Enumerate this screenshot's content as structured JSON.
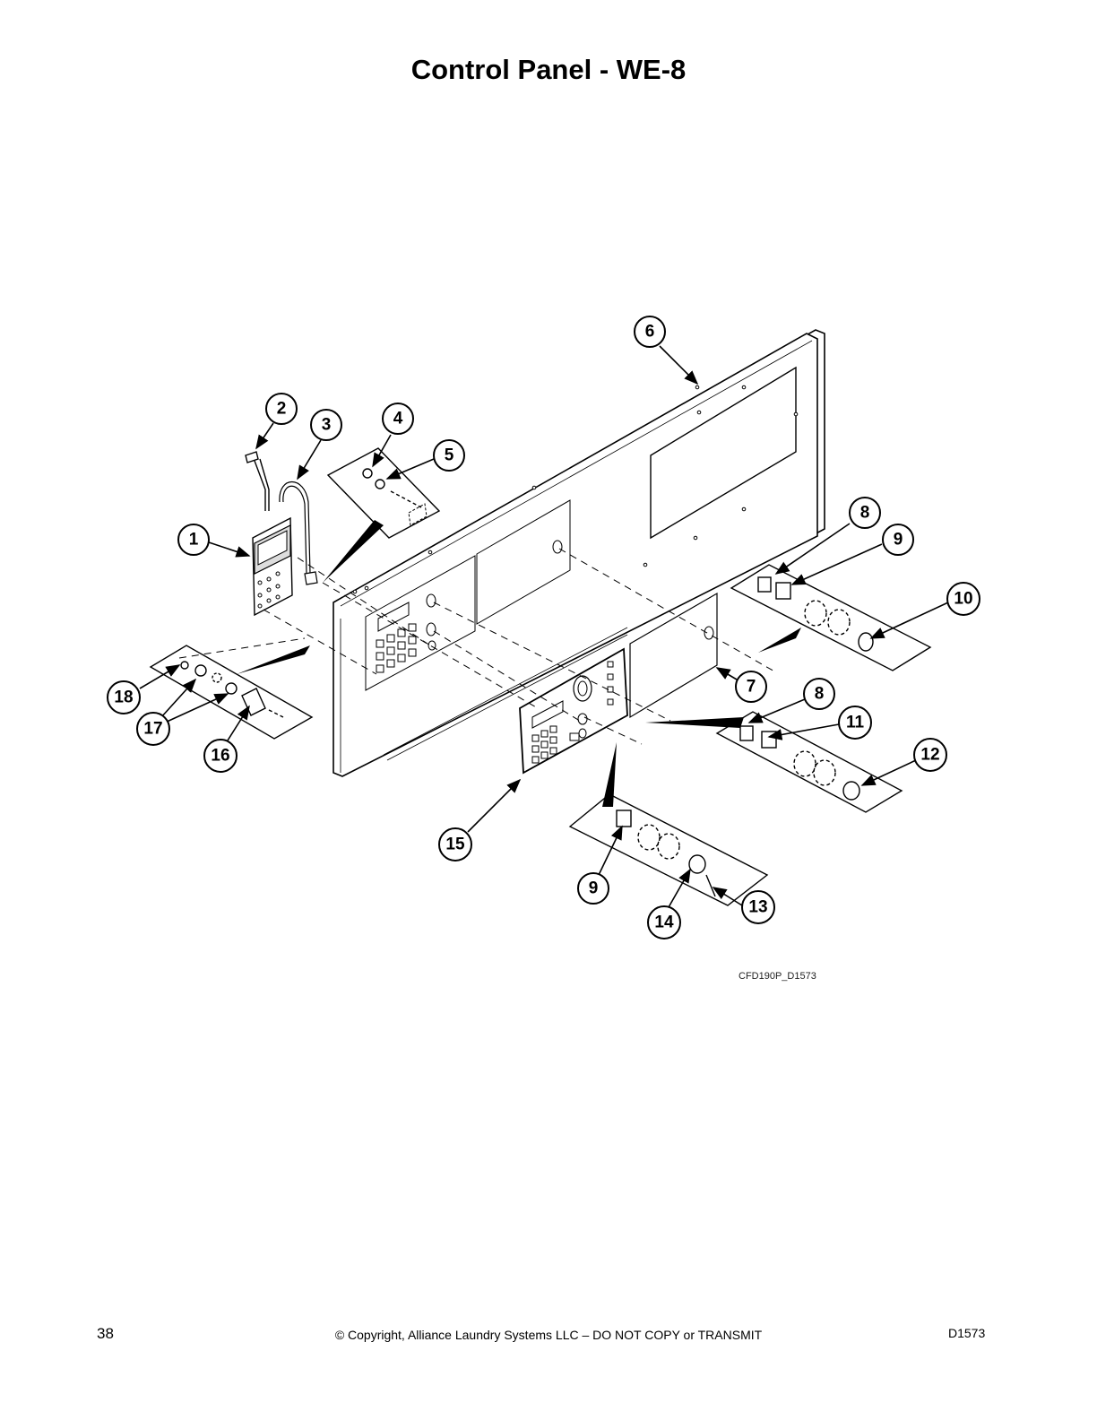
{
  "page": {
    "title": "Control Panel - WE-8",
    "figure_id": "CFD190P_D1573",
    "page_number": "38",
    "copyright": "© Copyright, Alliance Laundry Systems LLC – DO NOT COPY or TRANSMIT",
    "doc_code": "D1573"
  },
  "callouts": {
    "c1": "1",
    "c2": "2",
    "c3": "3",
    "c4": "4",
    "c5": "5",
    "c6": "6",
    "c7": "7",
    "c8a": "8",
    "c8b": "8",
    "c9a": "9",
    "c9b": "9",
    "c10": "10",
    "c11": "11",
    "c12": "12",
    "c13": "13",
    "c14": "14",
    "c15": "15",
    "c16": "16",
    "c17": "17",
    "c18": "18"
  }
}
